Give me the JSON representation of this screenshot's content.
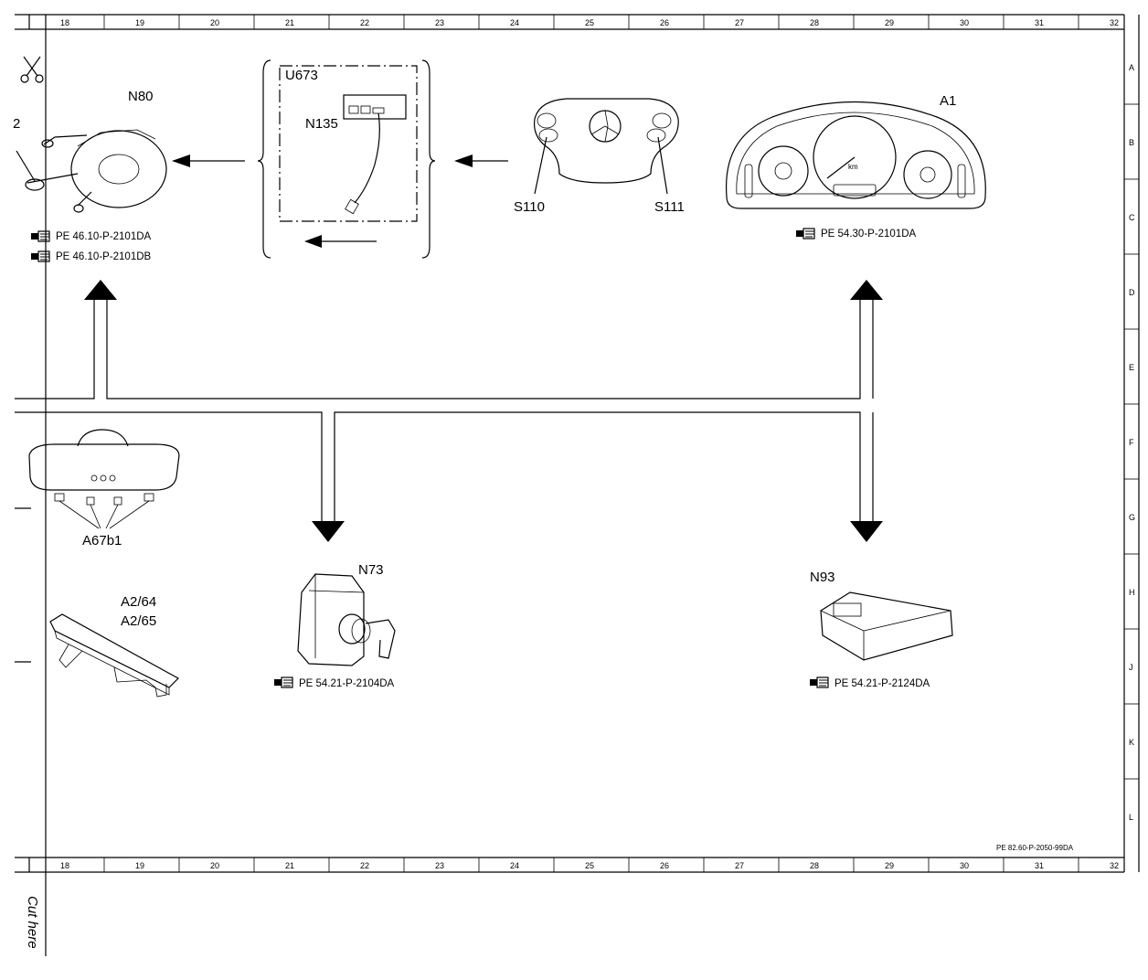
{
  "columns": [
    "18",
    "19",
    "20",
    "21",
    "22",
    "23",
    "24",
    "25",
    "26",
    "27",
    "28",
    "29",
    "30",
    "31",
    "32"
  ],
  "rows": [
    "A",
    "B",
    "C",
    "D",
    "E",
    "F",
    "G",
    "H",
    "J",
    "K",
    "L"
  ],
  "components": {
    "n80": {
      "label": "N80",
      "refs": [
        "PE 46.10-P-2101DA",
        "PE 46.10-P-2101DB"
      ],
      "side_label": "2"
    },
    "u673": {
      "label": "U673",
      "sub_label": "N135"
    },
    "steering": {
      "left": "S110",
      "right": "S111"
    },
    "a1": {
      "label": "A1",
      "ref": "PE 54.30-P-2101DA"
    },
    "a67b1": {
      "label": "A67b1"
    },
    "a2": {
      "label1": "A2/64",
      "label2": "A2/65"
    },
    "n73": {
      "label": "N73",
      "ref": "PE 54.21-P-2104DA"
    },
    "n93": {
      "label": "N93",
      "ref": "PE 54.21-P-2124DA"
    }
  },
  "footer_ref": "PE 82.60-P-2050-99DA",
  "cut_here": "Cut here",
  "icons": [
    "scissors-icon",
    "reference-hand-icon"
  ]
}
